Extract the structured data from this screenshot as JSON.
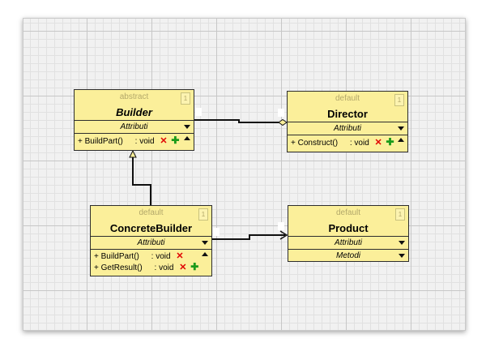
{
  "diagram": {
    "classes": {
      "builder": {
        "stereotype": "abstract",
        "name": "Builder",
        "count": "1",
        "attributes_label": "Attributi",
        "operations": [
          {
            "name": "+ BuildPart()",
            "return": ": void"
          }
        ]
      },
      "director": {
        "stereotype": "default",
        "name": "Director",
        "count": "1",
        "attributes_label": "Attributi",
        "operations": [
          {
            "name": "+ Construct()",
            "return": ": void"
          }
        ]
      },
      "concrete_builder": {
        "stereotype": "default",
        "name": "ConcreteBuilder",
        "count": "1",
        "attributes_label": "Attributi",
        "operations": [
          {
            "name": "+ BuildPart()",
            "return": ": void"
          },
          {
            "name": "+ GetResult()",
            "return": ": void"
          }
        ]
      },
      "product": {
        "stereotype": "default",
        "name": "Product",
        "count": "1",
        "attributes_label": "Attributi",
        "methods_label": "Metodi"
      }
    },
    "relations": [
      {
        "type": "inheritance",
        "from": "ConcreteBuilder",
        "to": "Builder"
      },
      {
        "type": "aggregation",
        "from": "Builder",
        "to": "Director"
      },
      {
        "type": "association",
        "from": "ConcreteBuilder",
        "to": "Product"
      }
    ],
    "colors": {
      "class_fill": "#fbef9a",
      "stereotype_text": "#b3a86a",
      "delete_icon": "#e00000",
      "add_icon": "#1b9a1b",
      "grid_background": "#f1f1f1"
    },
    "icons": [
      "delete-icon",
      "add-icon",
      "collapse-down-icon",
      "collapse-up-icon"
    ]
  }
}
